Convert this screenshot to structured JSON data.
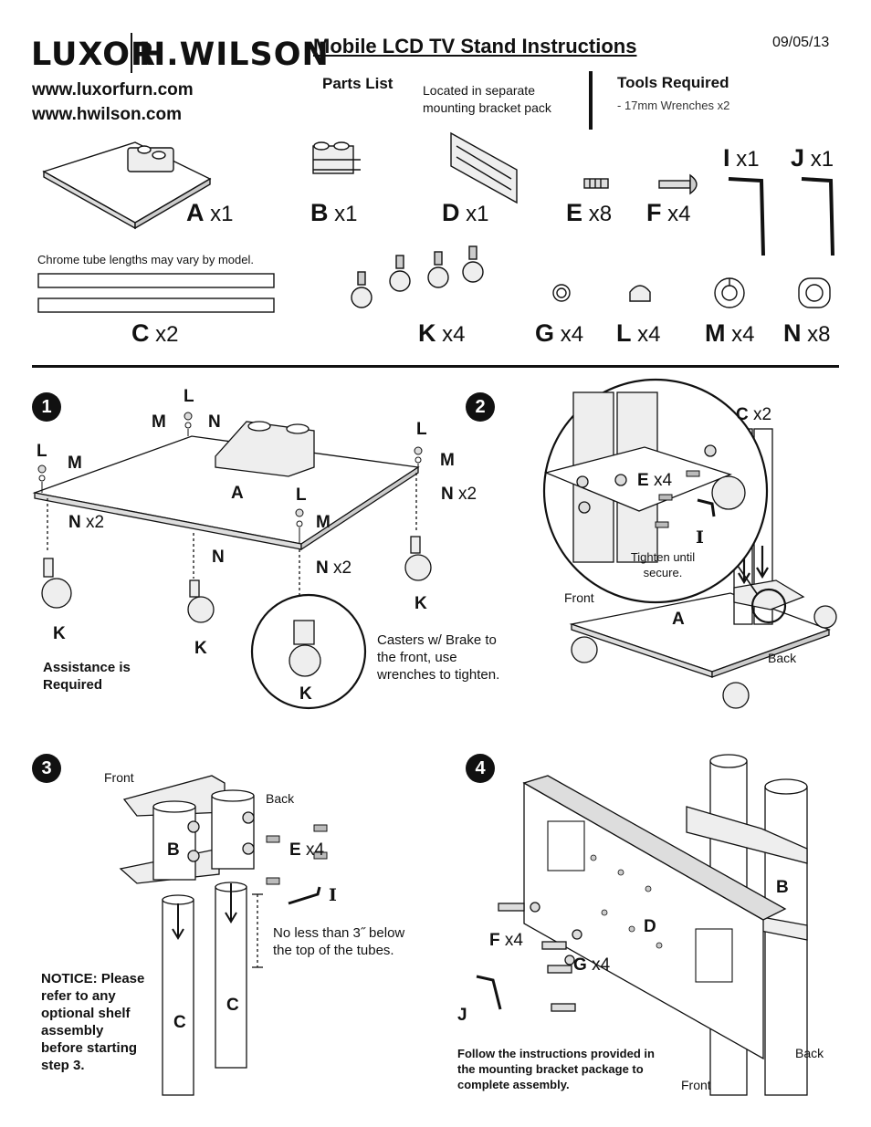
{
  "header": {
    "logo_left": "LUXOR",
    "logo_right": "H.WILSON",
    "title": "Mobile LCD TV Stand Instructions",
    "date": "09/05/13",
    "urls": [
      "www.luxorfurn.com",
      "www.hwilson.com"
    ]
  },
  "parts_list": {
    "heading": "Parts List",
    "bracket_note": "Located in separate mounting bracket pack",
    "tools_heading": "Tools Required",
    "tools_item": "-  17mm Wrenches x2",
    "chrome_note": "Chrome tube lengths may vary by model.",
    "parts": [
      {
        "letter": "A",
        "qty": "x1"
      },
      {
        "letter": "B",
        "qty": "x1"
      },
      {
        "letter": "D",
        "qty": "x1"
      },
      {
        "letter": "E",
        "qty": "x8"
      },
      {
        "letter": "F",
        "qty": "x4"
      },
      {
        "letter": "I",
        "qty": "x1"
      },
      {
        "letter": "J",
        "qty": "x1"
      },
      {
        "letter": "C",
        "qty": "x2"
      },
      {
        "letter": "K",
        "qty": "x4"
      },
      {
        "letter": "G",
        "qty": "x4"
      },
      {
        "letter": "L",
        "qty": "x4"
      },
      {
        "letter": "M",
        "qty": "x4"
      },
      {
        "letter": "N",
        "qty": "x8"
      }
    ]
  },
  "steps": [
    {
      "number": "1",
      "notes": {
        "assistance": "Assistance is Required",
        "casters": "Casters w/ Brake to the front, use wrenches to tighten."
      },
      "labels": {
        "L": "L",
        "M": "M",
        "N": "N",
        "A": "A",
        "K": "K",
        "x2": "x2"
      }
    },
    {
      "number": "2",
      "labels": {
        "C": "C",
        "C_qty": "x2",
        "E": "E",
        "E_qty": "x4",
        "I": "I",
        "A": "A",
        "front": "Front",
        "back": "Back",
        "tighten": "Tighten until secure."
      }
    },
    {
      "number": "3",
      "labels": {
        "front": "Front",
        "back": "Back",
        "B": "B",
        "E": "E",
        "E_qty": "x4",
        "I": "I",
        "C": "C"
      },
      "notes": {
        "below_top": "No less than 3˝ below the top of the tubes.",
        "notice": "NOTICE: Please refer to any optional shelf assembly before starting step 3."
      }
    },
    {
      "number": "4",
      "labels": {
        "B": "B",
        "D": "D",
        "F": "F",
        "F_qty": "x4",
        "G": "G",
        "G_qty": "x4",
        "J": "J",
        "back": "Back",
        "front": "Front"
      },
      "notes": {
        "follow": "Follow the instructions provided in the mounting bracket package to complete assembly."
      }
    }
  ]
}
